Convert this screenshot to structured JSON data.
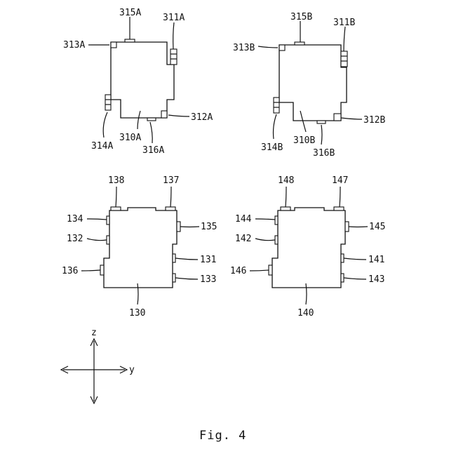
{
  "figure": {
    "caption": "Fig. 4",
    "unit_a": {
      "body": "310A",
      "r311": "311A",
      "r312": "312A",
      "r313": "313A",
      "r314": "314A",
      "r315": "315A",
      "r316": "316A"
    },
    "unit_b": {
      "body": "310B",
      "r311": "311B",
      "r312": "312B",
      "r313": "313B",
      "r314": "314B",
      "r315": "315B",
      "r316": "316B"
    },
    "module_130": {
      "body": "130",
      "r131": "131",
      "r132": "132",
      "r133": "133",
      "r134": "134",
      "r135": "135",
      "r136": "136",
      "r137": "137",
      "r138": "138"
    },
    "module_140": {
      "body": "140",
      "r141": "141",
      "r142": "142",
      "r143": "143",
      "r144": "144",
      "r145": "145",
      "r146": "146",
      "r147": "147",
      "r148": "148"
    },
    "axes": {
      "z_label": "z",
      "y_label": "y"
    }
  }
}
